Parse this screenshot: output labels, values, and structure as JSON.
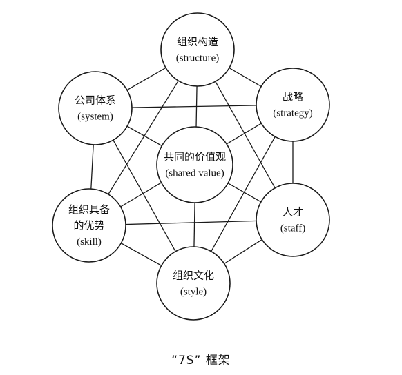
{
  "diagram": {
    "nodes": [
      {
        "id": "structure",
        "lines": [
          "组织构造",
          "(structure)"
        ]
      },
      {
        "id": "strategy",
        "lines": [
          "战略",
          "(strategy)"
        ]
      },
      {
        "id": "staff",
        "lines": [
          "人才",
          "(staff)"
        ]
      },
      {
        "id": "style",
        "lines": [
          "组织文化",
          "(style)"
        ]
      },
      {
        "id": "skill",
        "lines": [
          "组织具备",
          "的优势",
          "(skill)"
        ]
      },
      {
        "id": "system",
        "lines": [
          "公司体系",
          "(system)"
        ]
      },
      {
        "id": "shared_value",
        "lines": [
          "共同的价值观",
          "(shared value)"
        ]
      }
    ],
    "edges": [
      [
        "structure",
        "strategy"
      ],
      [
        "structure",
        "staff"
      ],
      [
        "structure",
        "style"
      ],
      [
        "structure",
        "skill"
      ],
      [
        "structure",
        "system"
      ],
      [
        "strategy",
        "staff"
      ],
      [
        "strategy",
        "style"
      ],
      [
        "strategy",
        "skill"
      ],
      [
        "strategy",
        "system"
      ],
      [
        "staff",
        "style"
      ],
      [
        "staff",
        "skill"
      ],
      [
        "staff",
        "system"
      ],
      [
        "style",
        "skill"
      ],
      [
        "style",
        "system"
      ],
      [
        "skill",
        "system"
      ]
    ],
    "caption": "“7S” 框架"
  }
}
